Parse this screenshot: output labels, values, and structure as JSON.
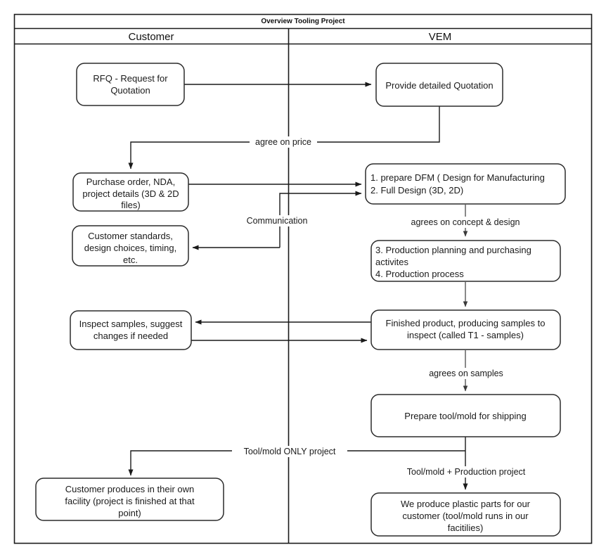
{
  "diagram": {
    "title": "Overview Tooling Project",
    "type": "swimlane-flowchart",
    "lanes": [
      {
        "id": "customer",
        "label": "Customer"
      },
      {
        "id": "vem",
        "label": "VEM"
      }
    ],
    "nodes": [
      {
        "id": "rfq",
        "lane": "customer",
        "align": "center",
        "lines": [
          "RFQ - Request for",
          "Quotation"
        ]
      },
      {
        "id": "quotation",
        "lane": "vem",
        "align": "center",
        "lines": [
          "Provide detailed Quotation"
        ]
      },
      {
        "id": "purchase",
        "lane": "customer",
        "align": "center",
        "lines": [
          "Purchase order, NDA,",
          "project details (3D & 2D",
          "files)"
        ]
      },
      {
        "id": "dfm",
        "lane": "vem",
        "align": "left",
        "lines": [
          "1. prepare DFM ( Design for Manufacturing",
          "2. Full Design (3D, 2D)"
        ]
      },
      {
        "id": "standards",
        "lane": "customer",
        "align": "center",
        "lines": [
          "Customer standards,",
          "design choices, timing,",
          "etc."
        ]
      },
      {
        "id": "production",
        "lane": "vem",
        "align": "left",
        "lines": [
          "3. Production planning and purchasing",
          "activites",
          "4. Production process"
        ]
      },
      {
        "id": "inspect",
        "lane": "customer",
        "align": "center",
        "lines": [
          "Inspect samples, suggest",
          "changes if needed"
        ]
      },
      {
        "id": "finished",
        "lane": "vem",
        "align": "center",
        "lines": [
          "Finished product, producing samples to",
          "inspect (called T1 - samples)"
        ]
      },
      {
        "id": "prepare-tool",
        "lane": "vem",
        "align": "center",
        "lines": [
          "Prepare tool/mold for shipping"
        ]
      },
      {
        "id": "customer-prod",
        "lane": "customer",
        "align": "center",
        "lines": [
          "Customer produces in their own",
          "facility (project is finished at that",
          "point)"
        ]
      },
      {
        "id": "we-produce",
        "lane": "vem",
        "align": "center",
        "lines": [
          "We produce plastic parts for our",
          "customer (tool/mold runs in our",
          "facitilies)"
        ]
      }
    ],
    "edge_labels": [
      {
        "id": "agree-price",
        "text": "agree on price"
      },
      {
        "id": "communication",
        "text": "Communication"
      },
      {
        "id": "agrees-concept",
        "text": "agrees on concept & design"
      },
      {
        "id": "agrees-samples",
        "text": "agrees on samples"
      },
      {
        "id": "toolmold-only",
        "text": "Tool/mold ONLY project"
      },
      {
        "id": "toolmold-prod",
        "text": "Tool/mold + Production project"
      }
    ],
    "colors": {
      "background": "#ffffff",
      "stroke": "#1a1a1a",
      "box_stroke": "#2b2b2b",
      "text": "#1a1a1a"
    }
  }
}
